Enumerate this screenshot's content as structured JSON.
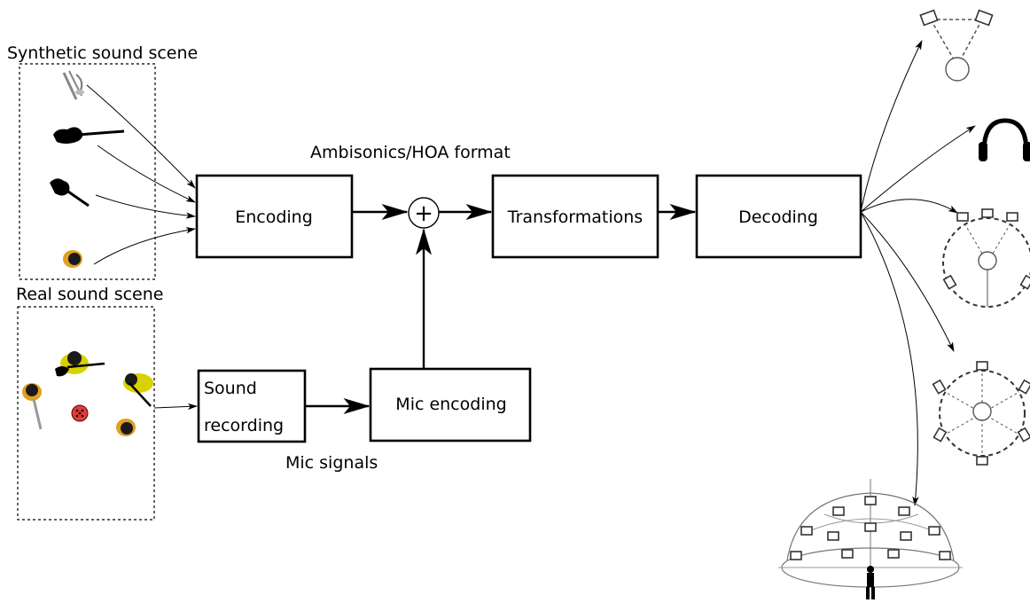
{
  "labels": {
    "synthetic_scene": "Synthetic sound scene",
    "real_scene": "Real sound scene",
    "ambisonics_format": "Ambisonics/HOA format",
    "mic_signals": "Mic signals"
  },
  "boxes": {
    "encoding": "Encoding",
    "transformations": "Transformations",
    "decoding": "Decoding",
    "sound_recording_line1": "Sound",
    "sound_recording_line2": "recording",
    "mic_encoding": "Mic encoding"
  },
  "sum_symbol": "+",
  "icons": {
    "synthetic_sources": [
      "trombone-icon",
      "electric-guitar-icon",
      "bass-guitar-icon",
      "drummer-icon"
    ],
    "real_sources": [
      "guitarist-icon",
      "bassist-icon",
      "trombonist-icon",
      "microphone-array-icon",
      "drummer-icon"
    ],
    "outputs": [
      "stereo-speakers-icon",
      "headphones-icon",
      "5-1-surround-icon",
      "octagonal-speaker-array-icon",
      "dome-speaker-array-icon"
    ]
  }
}
